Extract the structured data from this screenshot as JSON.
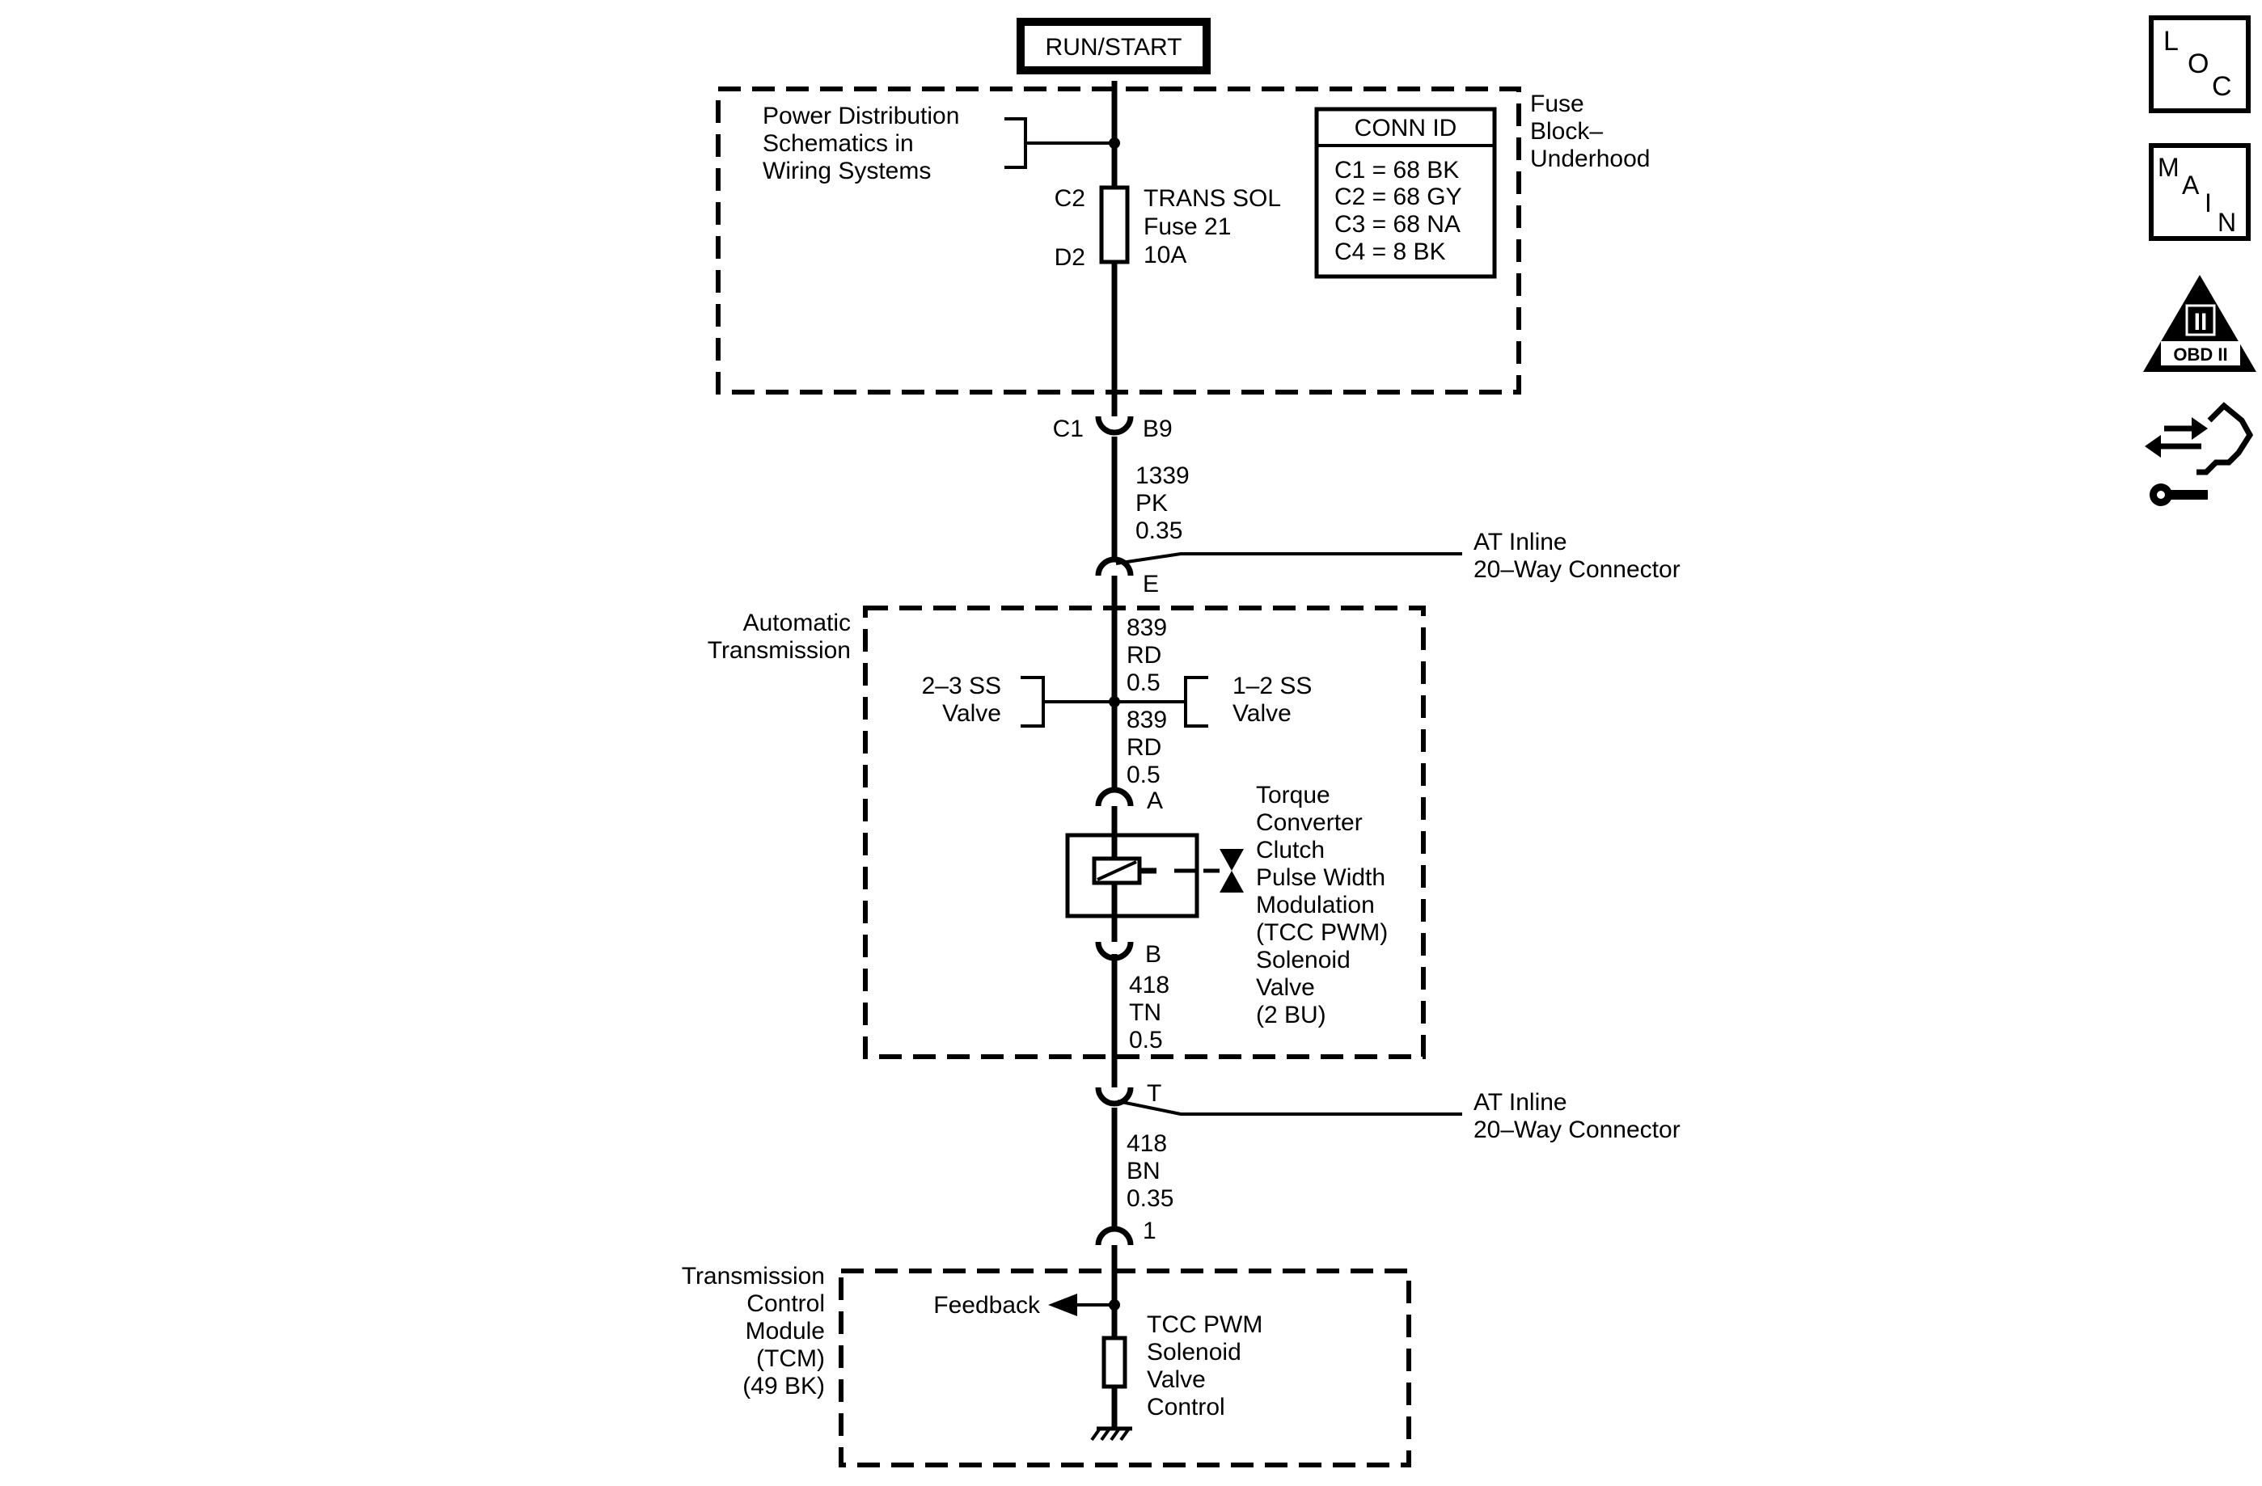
{
  "header": {
    "power_source": "RUN/START"
  },
  "fuse_block": {
    "label": [
      "Fuse",
      "Block–",
      "Underhood"
    ],
    "power_distribution_ref": [
      "Power Distribution",
      "Schematics in",
      "Wiring Systems"
    ],
    "fuse_pin_top": "C2",
    "fuse_pin_bottom": "D2",
    "fuse_label": [
      "TRANS SOL",
      "Fuse  21",
      "10A"
    ],
    "conn_id": {
      "title": "CONN ID",
      "rows": [
        "C1 = 68 BK",
        "C2 = 68 GY",
        "C3 = 68 NA",
        "C4 = 8 BK"
      ]
    }
  },
  "connector_c1": {
    "left": "C1",
    "right": "B9"
  },
  "wire_1339": [
    "1339",
    "PK",
    "0.35"
  ],
  "inline_top": {
    "pin": "E",
    "label": [
      "AT Inline",
      "20–Way Connector"
    ]
  },
  "transmission": {
    "label": [
      "Automatic",
      "Transmission"
    ],
    "wire_839_upper": [
      "839",
      "RD",
      "0.5"
    ],
    "wire_839_lower": [
      "839",
      "RD",
      "0.5"
    ],
    "valve_left": [
      "2–3 SS",
      "Valve"
    ],
    "valve_right": [
      "1–2 SS",
      "Valve"
    ],
    "solenoid_pin_top": "A",
    "solenoid_pin_bottom": "B",
    "solenoid_label": [
      "Torque",
      "Converter",
      "Clutch",
      "Pulse Width",
      "Modulation",
      "(TCC PWM)",
      "Solenoid",
      "Valve",
      "(2 BU)"
    ],
    "wire_418_tn": [
      "418",
      "TN",
      "0.5"
    ]
  },
  "inline_bottom": {
    "pin": "T",
    "label": [
      "AT Inline",
      "20–Way Connector"
    ]
  },
  "wire_418_bn": [
    "418",
    "BN",
    "0.35"
  ],
  "tcm": {
    "pin": "1",
    "label": [
      "Transmission",
      "Control",
      "Module",
      "(TCM)",
      "(49 BK)"
    ],
    "feedback": "Feedback",
    "control_label": [
      "TCC PWM",
      "Solenoid",
      "Valve",
      "Control"
    ]
  },
  "nav_buttons": {
    "loc": [
      "L",
      "O",
      "C"
    ],
    "main": [
      "M",
      "A",
      "I",
      "N"
    ],
    "obd": {
      "numeral": "II",
      "label": "OBD II"
    },
    "icons": [
      "loc-icon",
      "main-icon",
      "obd-ii-icon",
      "connector-tool-icon"
    ]
  }
}
